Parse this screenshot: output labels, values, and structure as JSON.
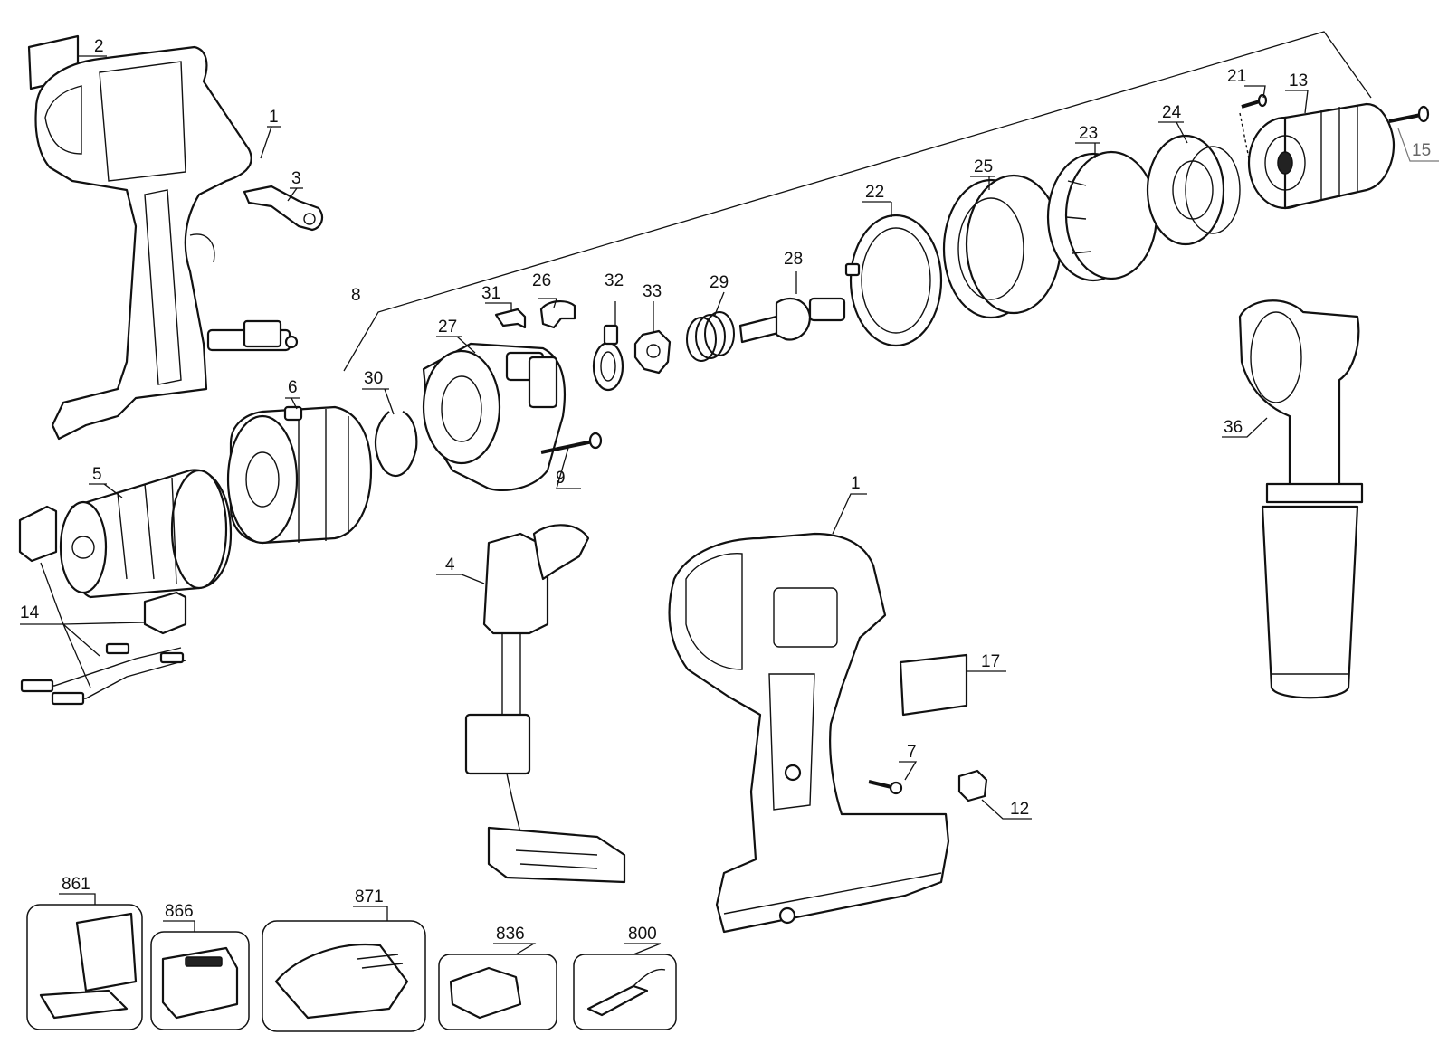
{
  "callouts": [
    {
      "id": "c2",
      "text": "2"
    },
    {
      "id": "c1a",
      "text": "1"
    },
    {
      "id": "c3",
      "text": "3"
    },
    {
      "id": "c8",
      "text": "8"
    },
    {
      "id": "c30",
      "text": "30"
    },
    {
      "id": "c6",
      "text": "6"
    },
    {
      "id": "c5",
      "text": "5"
    },
    {
      "id": "c14",
      "text": "14"
    },
    {
      "id": "c27",
      "text": "27"
    },
    {
      "id": "c31",
      "text": "31"
    },
    {
      "id": "c26",
      "text": "26"
    },
    {
      "id": "c32",
      "text": "32"
    },
    {
      "id": "c33",
      "text": "33"
    },
    {
      "id": "c29",
      "text": "29"
    },
    {
      "id": "c28",
      "text": "28"
    },
    {
      "id": "c9",
      "text": "9"
    },
    {
      "id": "c22",
      "text": "22"
    },
    {
      "id": "c25",
      "text": "25"
    },
    {
      "id": "c23",
      "text": "23"
    },
    {
      "id": "c24",
      "text": "24"
    },
    {
      "id": "c21",
      "text": "21"
    },
    {
      "id": "c13",
      "text": "13"
    },
    {
      "id": "c15",
      "text": "15"
    },
    {
      "id": "c36",
      "text": "36"
    },
    {
      "id": "c4",
      "text": "4"
    },
    {
      "id": "c1b",
      "text": "1"
    },
    {
      "id": "c17",
      "text": "17"
    },
    {
      "id": "c7",
      "text": "7"
    },
    {
      "id": "c12",
      "text": "12"
    },
    {
      "id": "c861",
      "text": "861"
    },
    {
      "id": "c866",
      "text": "866"
    },
    {
      "id": "c871",
      "text": "871"
    },
    {
      "id": "c836",
      "text": "836"
    },
    {
      "id": "c800",
      "text": "800"
    }
  ],
  "colors": {
    "ink": "#111111",
    "faint_label": "#666666",
    "background": "#ffffff"
  }
}
